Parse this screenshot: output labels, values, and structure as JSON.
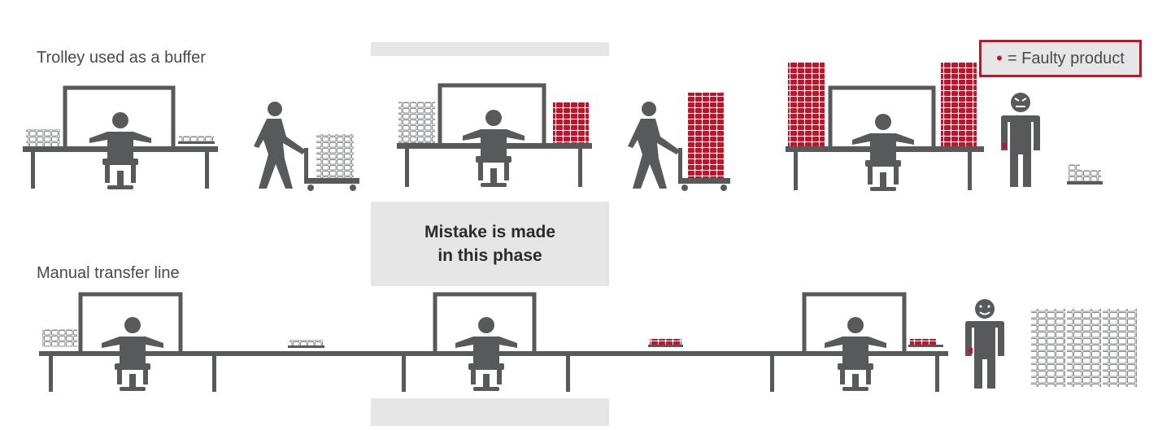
{
  "top_row": {
    "title": "Trolley used as a buffer"
  },
  "bottom_row": {
    "title": "Manual transfer line"
  },
  "legend": {
    "marker": "•",
    "label": "= Faulty product"
  },
  "phase": {
    "line1": "Mistake is made",
    "line2": "in this phase"
  },
  "colors": {
    "figure": "#58595b",
    "faulty": "#c0142a",
    "box": "#8a8b8d",
    "band": "#e6e6e7",
    "legend_border": "#c0142a"
  },
  "icons": [
    "worker-icon",
    "desk-icon",
    "trolley-icon",
    "product-stack-icon",
    "angry-face-icon",
    "happy-face-icon"
  ]
}
